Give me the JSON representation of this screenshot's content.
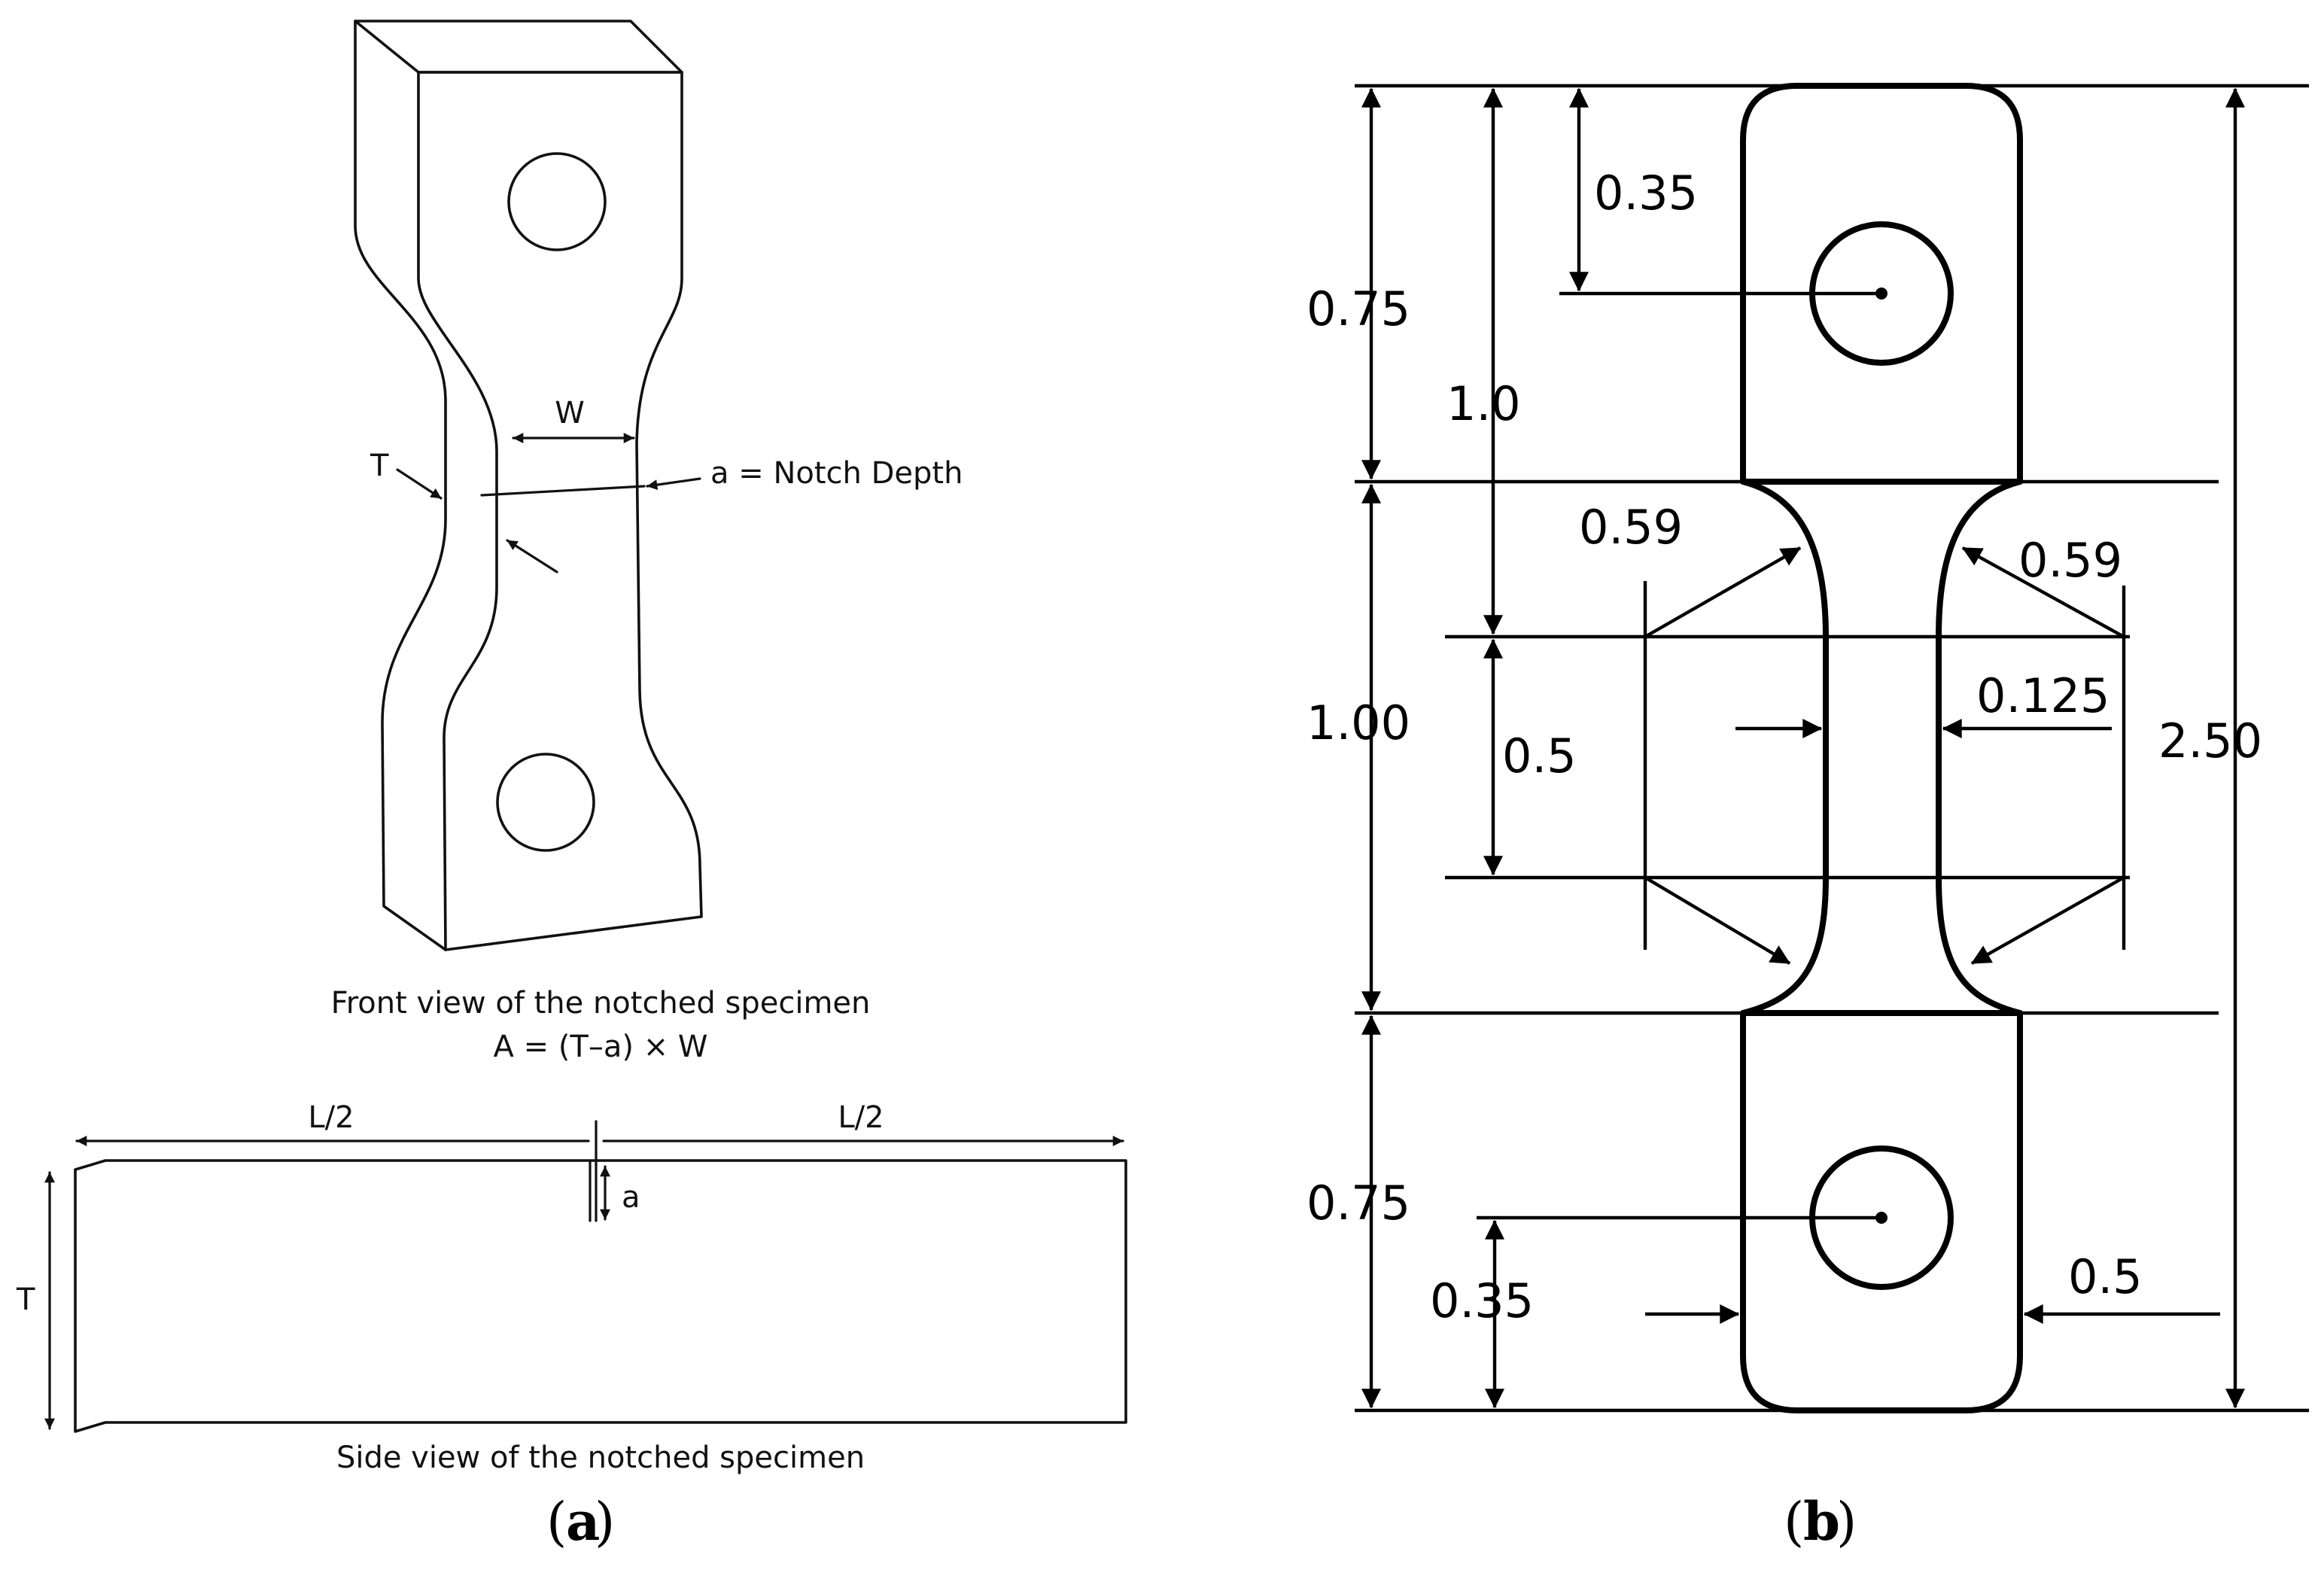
{
  "panel_a": {
    "front_labels": {
      "w": "W",
      "t": "T",
      "notch": "a = Notch Depth"
    },
    "front_caption": "Front view of the notched specimen",
    "formula": "A = (T–a) × W",
    "side_labels": {
      "half_left": "L/2",
      "half_right": "L/2",
      "a": "a",
      "t": "T"
    },
    "side_caption": "Side view of the notched specimen",
    "caption_letter": "a"
  },
  "panel_b": {
    "dims": {
      "top_hole": "0.35",
      "top_grip": "0.75",
      "top_to_gauge": "1.0",
      "radius_left": "0.59",
      "radius_right": "0.59",
      "gauge_width": "0.125",
      "gauge_length": "0.5",
      "center_section": "1.00",
      "overall": "2.50",
      "bottom_grip": "0.75",
      "bottom_hole": "0.35",
      "grip_width": "0.5"
    },
    "caption_letter": "b"
  }
}
